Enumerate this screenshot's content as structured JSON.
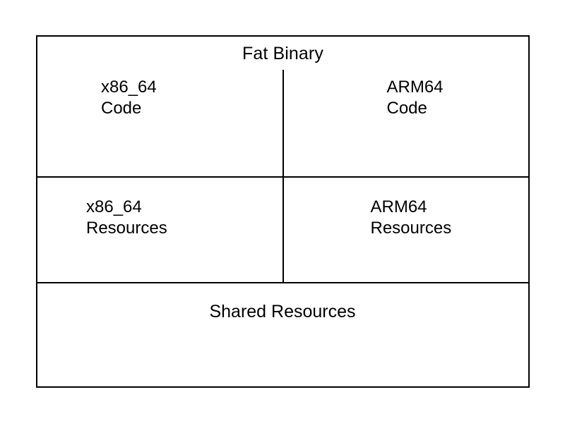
{
  "diagram": {
    "title": "Fat Binary",
    "background_color": "#ffffff",
    "line_color": "#000000",
    "text_color": "#000000",
    "sections": {
      "code_left": {
        "arch": "x86_64",
        "kind": "Code",
        "label": "x86_64\nCode"
      },
      "code_right": {
        "arch": "ARM64",
        "kind": "Code",
        "label": "ARM64\nCode"
      },
      "resources_left": {
        "arch": "x86_64",
        "kind": "Resources",
        "label": "x86_64\nResources"
      },
      "resources_right": {
        "arch": "ARM64",
        "kind": "Resources",
        "label": "ARM64\nResources"
      },
      "shared": {
        "label": "Shared Resources"
      }
    }
  }
}
